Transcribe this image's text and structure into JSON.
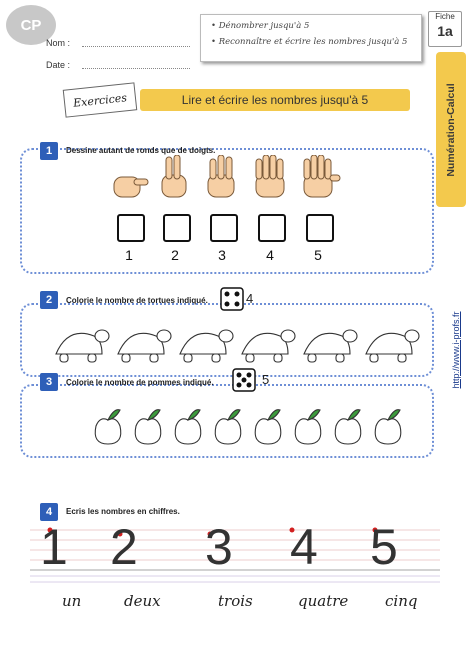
{
  "header": {
    "level": "CP",
    "name_label": "Nom :",
    "date_label": "Date :",
    "objectives": [
      "Dénombrer jusqu'à 5",
      "Reconnaître et écrire les nombres jusqu'à 5"
    ],
    "fiche_label": "Fiche",
    "fiche_number": "1a"
  },
  "sidebar": {
    "subject": "Numération-Calcul",
    "url": "http://www.i-profs.fr"
  },
  "title": {
    "tag": "Exercices",
    "text": "Lire et écrire les nombres jusqu'à 5"
  },
  "exercises": [
    {
      "number": "1",
      "instruction": "Dessine autant de ronds que de doigts.",
      "labels": [
        "1",
        "2",
        "3",
        "4",
        "5"
      ],
      "fingers": [
        1,
        2,
        3,
        4,
        5
      ]
    },
    {
      "number": "2",
      "instruction": "Colorie le nombre de tortues indiqué.",
      "target": "4",
      "turtle_count": 6,
      "die_value": 4
    },
    {
      "number": "3",
      "instruction": "Colorie le nombre de pommes indiqué.",
      "target": "5",
      "apple_count": 8,
      "die_value": 5
    },
    {
      "number": "4",
      "instruction": "Ecris les nombres en chiffres.",
      "digits": [
        "1",
        "2",
        "3",
        "4",
        "5"
      ],
      "words": [
        "un",
        "deux",
        "trois",
        "quatre",
        "cinq"
      ]
    }
  ],
  "colors": {
    "accent": "#f3c94d",
    "badge": "#2e5fb8",
    "border": "#6e8fd6",
    "apple_leaf": "#3a9a3a",
    "trace_red": "#d22020"
  }
}
